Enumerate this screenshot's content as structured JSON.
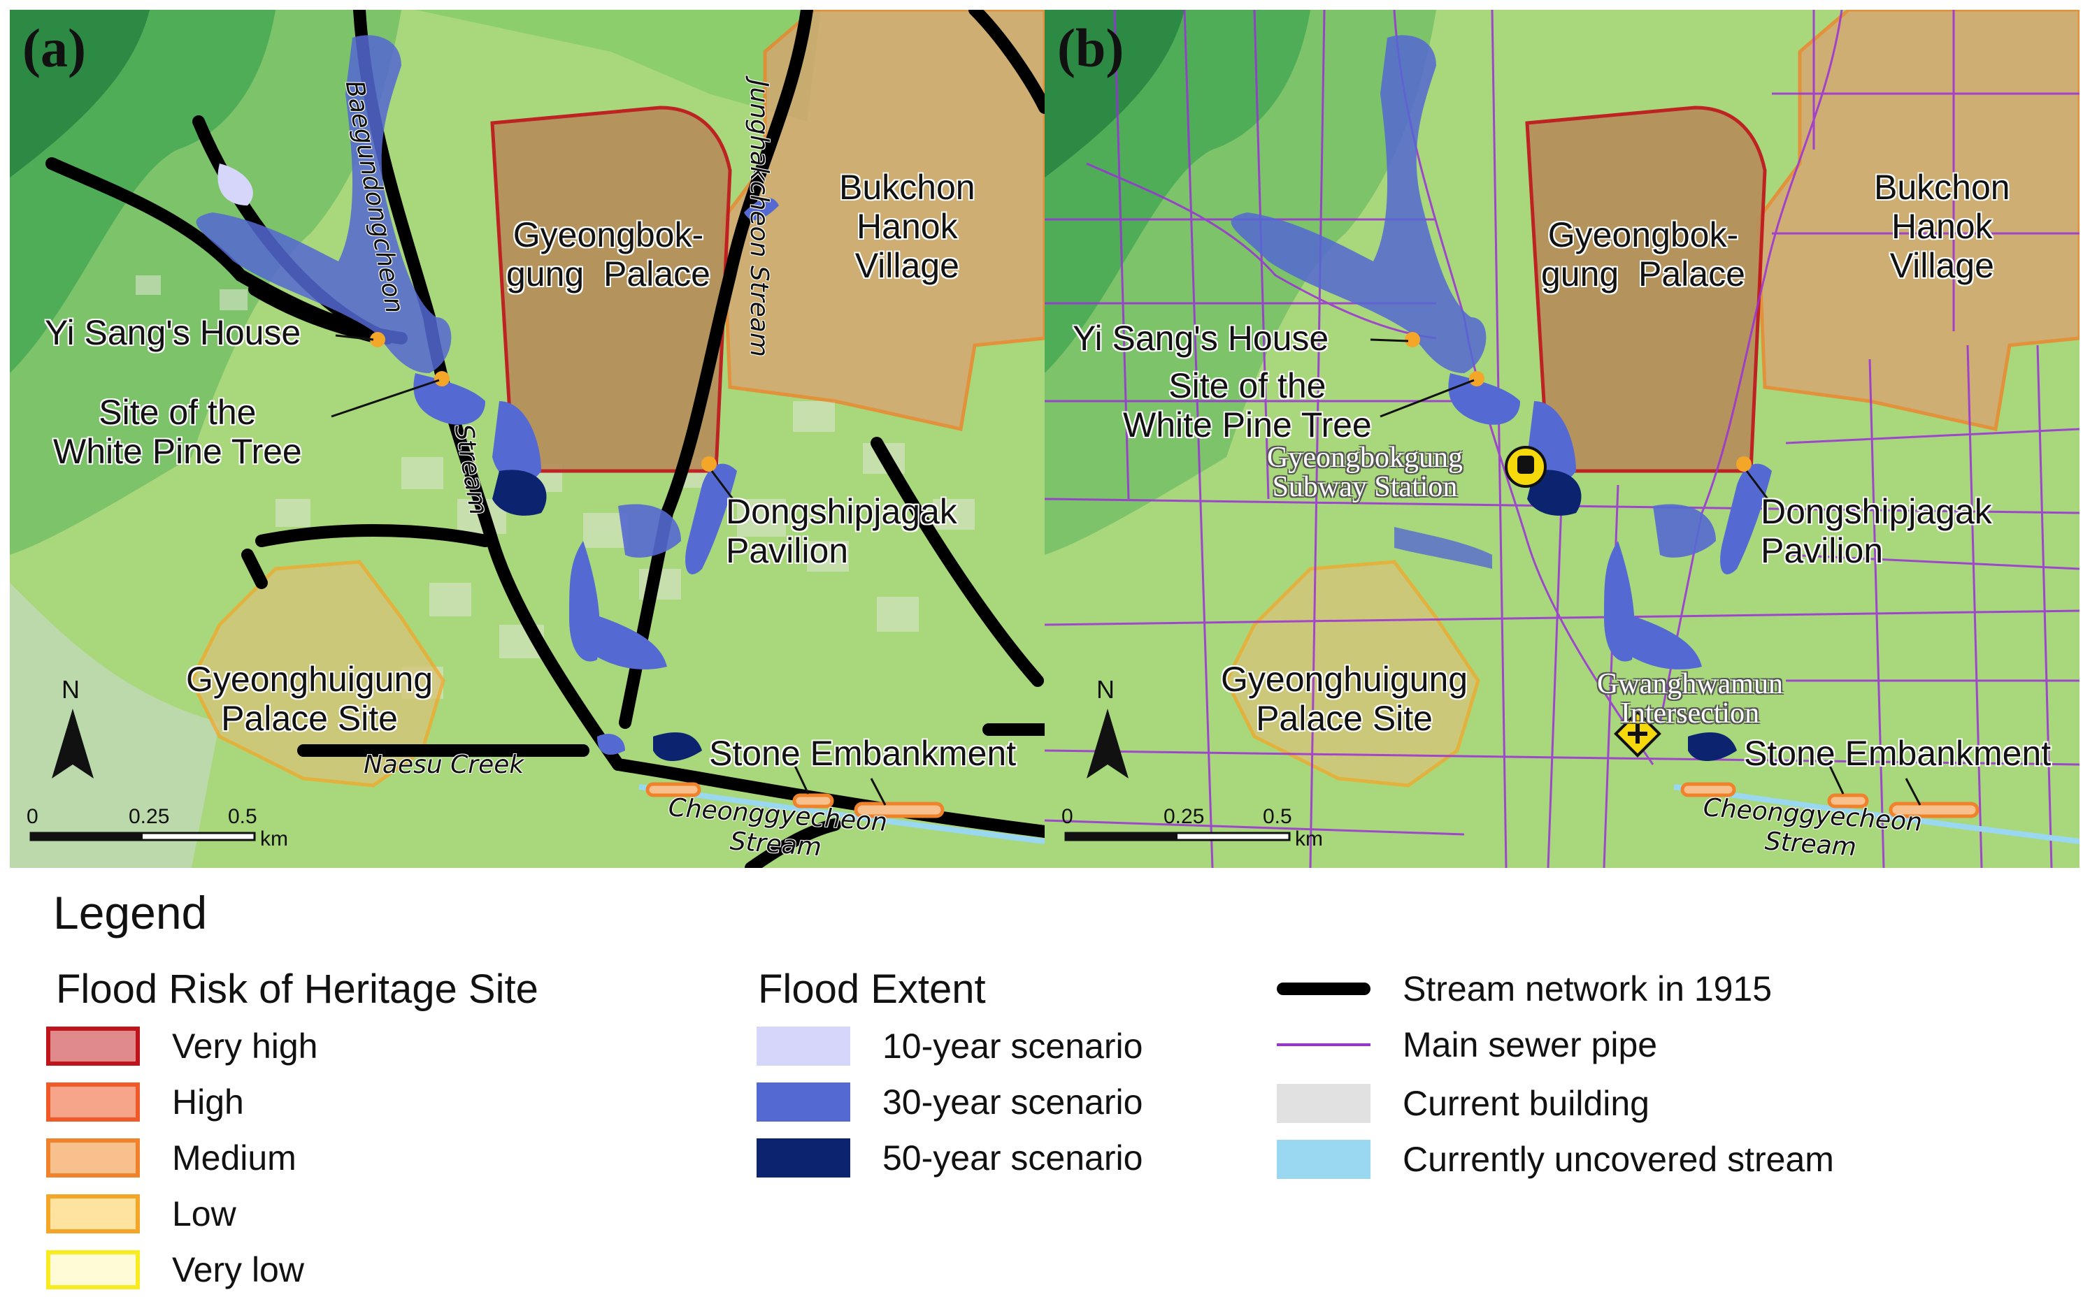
{
  "panels": [
    {
      "label": "(a)",
      "labels": {
        "bukchon": "Bukchon\nHanok\nVillage",
        "gyeongbokgung": "Gyeongbok-\ngung  Palace",
        "yisang": "Yi Sang's House",
        "whitepine": "Site of the\nWhite Pine Tree",
        "dongshipjagak": "Dongshipjagak\nPavilion",
        "gyeonghuigung": "Gyeonghuigung\nPalace Site",
        "stone": "Stone Embankment",
        "baegundong": "Baegundongcheon",
        "stream": "Stream",
        "jungha": "Junghakcheon  Stream",
        "naesu": "Naesu Creek",
        "cheonggye": "Cheonggyecheon\nStream"
      },
      "north": "N",
      "scale": [
        "0",
        "0.25",
        "0.5",
        "km"
      ]
    },
    {
      "label": "(b)",
      "labels": {
        "bukchon": "Bukchon\nHanok\nVillage",
        "gyeongbokgung": "Gyeongbok-\ngung  Palace",
        "yisang": "Yi Sang's House",
        "whitepine": "Site of the\nWhite Pine Tree",
        "dongshipjagak": "Dongshipjagak\nPavilion",
        "gyeonghuigung": "Gyeonghuigung\nPalace Site",
        "stone": "Stone Embankment",
        "subway": "Gyeongbokgung\nSubway Station",
        "gwanghwamun": "Gwanghwamun\nIntersection",
        "cheonggye": "Cheonggyecheon\nStream"
      },
      "north": "N",
      "scale": [
        "0",
        "0.25",
        "0.5",
        "km"
      ]
    }
  ],
  "legend": {
    "title": "Legend",
    "risk_title": "Flood Risk of Heritage Site",
    "risk_items": [
      {
        "label": "Very high",
        "fill": "#e08a8c",
        "stroke": "#c0141c"
      },
      {
        "label": "High",
        "fill": "#f7a58a",
        "stroke": "#ef5a28"
      },
      {
        "label": "Medium",
        "fill": "#f8c08d",
        "stroke": "#f0822c"
      },
      {
        "label": "Low",
        "fill": "#fde2a0",
        "stroke": "#f4a628"
      },
      {
        "label": "Very low",
        "fill": "#fffbd6",
        "stroke": "#f8ec20"
      }
    ],
    "extent_title": "Flood Extent",
    "extent_items": [
      {
        "label": "10-year scenario",
        "fill": "#d6d6fa"
      },
      {
        "label": "30-year scenario",
        "fill": "#5569d2"
      },
      {
        "label": "50-year scenario",
        "fill": "#0c2470"
      }
    ],
    "other_items": [
      {
        "label": "Stream network in 1915",
        "kind": "thickline",
        "color": "#000000"
      },
      {
        "label": "Main sewer pipe",
        "kind": "thinline",
        "color": "#9b30d8"
      },
      {
        "label": "Current building",
        "kind": "box",
        "color": "#e1e1e1"
      },
      {
        "label": "Currently uncovered stream",
        "kind": "box",
        "color": "#99d8f0"
      }
    ]
  }
}
